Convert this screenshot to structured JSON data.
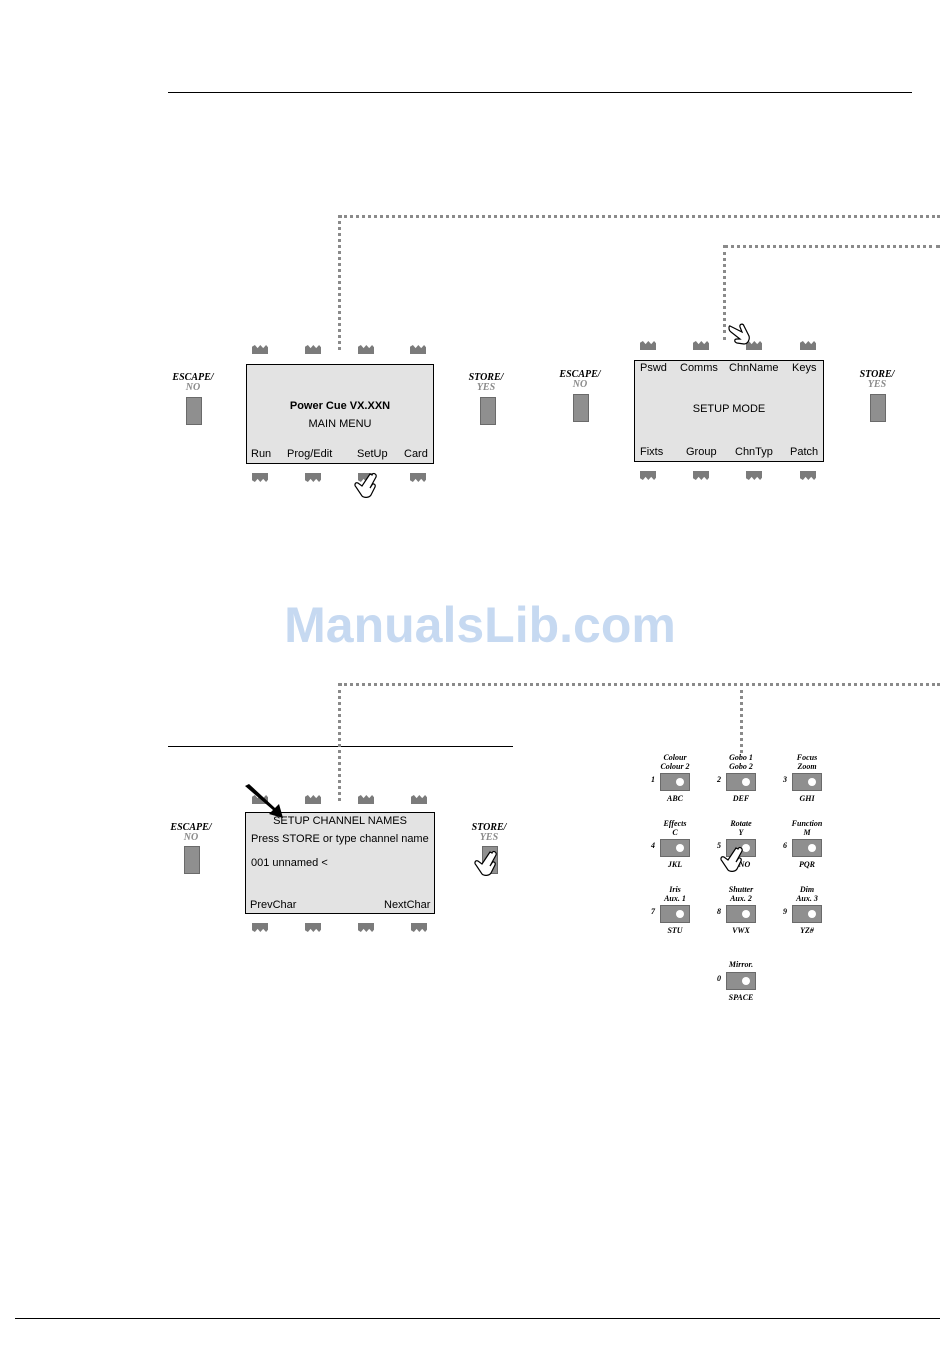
{
  "watermark": "ManualsLib.com",
  "side_buttons": {
    "escape_main": "ESCAPE/",
    "escape_sub": "NO",
    "store_main": "STORE/",
    "store_sub": "YES"
  },
  "screen_main_menu": {
    "line1": "Power Cue VX.XXN",
    "line2": "MAIN MENU",
    "softkeys": [
      "Run",
      "Prog/Edit",
      "SetUp",
      "Card"
    ]
  },
  "screen_setup_mode": {
    "top_softkeys": [
      "Pswd",
      "Comms",
      "ChnName",
      "Keys"
    ],
    "title": "SETUP MODE",
    "bottom_softkeys": [
      "Fixts",
      "Group",
      "ChnTyp",
      "Patch"
    ]
  },
  "screen_channel_names": {
    "title": "SETUP CHANNEL NAMES",
    "line1": "Press STORE or type channel name",
    "line2": "001 unnamed <",
    "softkeys": [
      "PrevChar",
      "NextChar"
    ]
  },
  "keypad": [
    {
      "num": "1",
      "top1": "Colour",
      "top2": "Colour 2",
      "bottom": "ABC"
    },
    {
      "num": "2",
      "top1": "Gobo 1",
      "top2": "Gobo 2",
      "bottom": "DEF"
    },
    {
      "num": "3",
      "top1": "Focus",
      "top2": "Zoom",
      "bottom": "GHI"
    },
    {
      "num": "4",
      "top1": "Effects",
      "top2": "C",
      "bottom": "JKL"
    },
    {
      "num": "5",
      "top1": "Rotate",
      "top2": "Y",
      "bottom": "MNO"
    },
    {
      "num": "6",
      "top1": "Function",
      "top2": "M",
      "bottom": "PQR"
    },
    {
      "num": "7",
      "top1": "Iris",
      "top2": "Aux. 1",
      "bottom": "STU"
    },
    {
      "num": "8",
      "top1": "Shutter",
      "top2": "Aux. 2",
      "bottom": "VWX"
    },
    {
      "num": "9",
      "top1": "Dim",
      "top2": "Aux. 3",
      "bottom": "YZ#"
    },
    {
      "num": "0",
      "top1": "Mirror.",
      "top2": "",
      "bottom": "SPACE"
    }
  ]
}
